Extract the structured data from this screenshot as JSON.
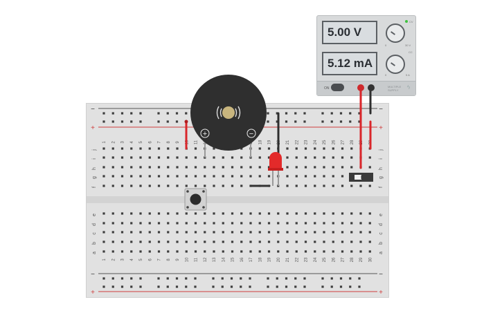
{
  "power_supply": {
    "voltage_display": "5.00 V",
    "current_display": "5.12 mA",
    "on_label": "ON",
    "name_label": "MULTIPLE SUPPLY",
    "voltage_knob_min": "0",
    "voltage_knob_max": "30 V",
    "current_knob_min": "0",
    "current_knob_max": "5 A",
    "cv_label": "CV",
    "cc_label": "CC"
  },
  "breadboard": {
    "top_rows": [
      "j",
      "i",
      "h",
      "g",
      "f"
    ],
    "bottom_rows": [
      "e",
      "d",
      "c",
      "b",
      "a"
    ],
    "column_numbers": [
      "1",
      "2",
      "3",
      "4",
      "5",
      "6",
      "7",
      "8",
      "9",
      "10",
      "11",
      "12",
      "13",
      "14",
      "15",
      "16",
      "17",
      "18",
      "19",
      "20",
      "21",
      "22",
      "23",
      "24",
      "25",
      "26",
      "27",
      "28",
      "29",
      "30"
    ],
    "rail_minus": "−",
    "rail_plus": "+"
  },
  "buzzer": {
    "plus_symbol": "+",
    "minus_symbol": "−"
  },
  "colors": {
    "wire_red": "#d9262a",
    "wire_black": "#2e2e2e",
    "led_red": "#e32a2a",
    "rail_red": "#cf3d3d",
    "rail_dark": "#555555",
    "buzzer_body": "#2f2f2f",
    "buzzer_center": "#c8b57e"
  }
}
